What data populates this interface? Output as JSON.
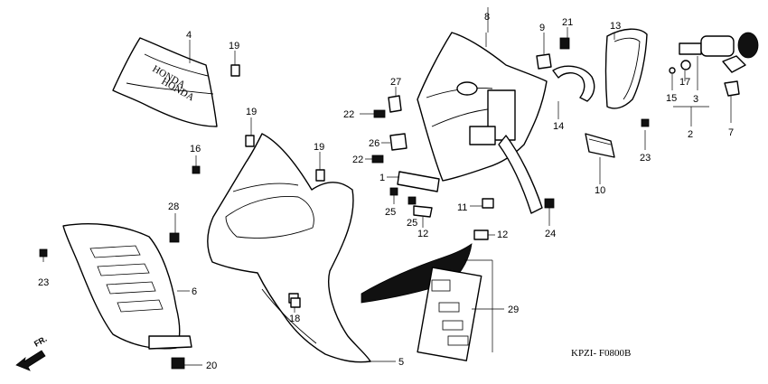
{
  "diagram_code": "KPZI- F0800B",
  "front_arrow_label": "FR.",
  "logo_text": "HONDA",
  "callouts": [
    "1",
    "2",
    "3",
    "4",
    "5",
    "6",
    "7",
    "8",
    "9",
    "10",
    "11",
    "12",
    "12",
    "13",
    "14",
    "15",
    "16",
    "17",
    "18",
    "19",
    "19",
    "19",
    "20",
    "21",
    "22",
    "22",
    "23",
    "23",
    "24",
    "25",
    "25",
    "26",
    "27",
    "28",
    "29"
  ]
}
